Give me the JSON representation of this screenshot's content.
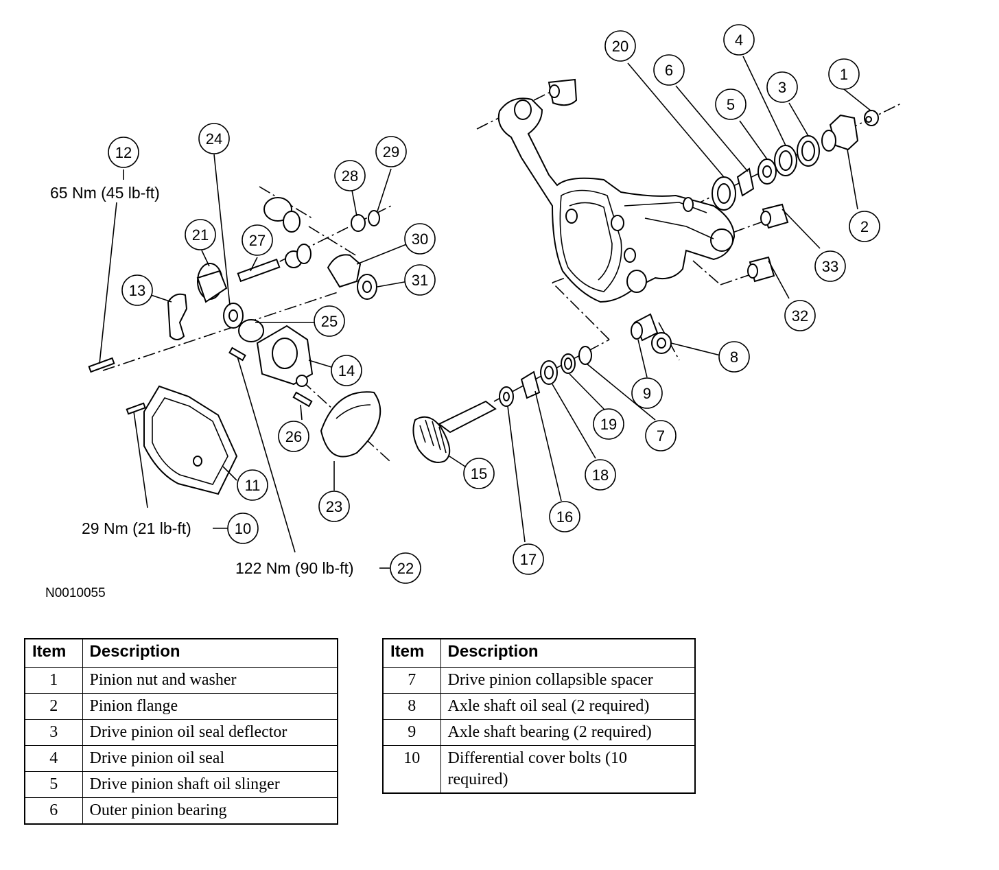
{
  "diagram": {
    "torque_labels": {
      "t12": "65 Nm (45 lb-ft)",
      "t10": "29 Nm (21 lb-ft)",
      "t22": "122 Nm (90 lb-ft)"
    },
    "figure_id": "N0010055",
    "callouts": [
      "1",
      "2",
      "3",
      "4",
      "5",
      "6",
      "7",
      "8",
      "9",
      "10",
      "11",
      "12",
      "13",
      "14",
      "15",
      "16",
      "17",
      "18",
      "19",
      "20",
      "21",
      "22",
      "23",
      "24",
      "25",
      "26",
      "27",
      "28",
      "29",
      "30",
      "31",
      "32",
      "33"
    ]
  },
  "tables": [
    {
      "headers": [
        "Item",
        "Description"
      ],
      "rows": [
        {
          "item": "1",
          "description": "Pinion nut and washer"
        },
        {
          "item": "2",
          "description": "Pinion flange"
        },
        {
          "item": "3",
          "description": "Drive pinion oil seal deflector"
        },
        {
          "item": "4",
          "description": "Drive pinion oil seal"
        },
        {
          "item": "5",
          "description": "Drive pinion shaft oil slinger"
        },
        {
          "item": "6",
          "description": "Outer pinion bearing"
        }
      ]
    },
    {
      "headers": [
        "Item",
        "Description"
      ],
      "rows": [
        {
          "item": "7",
          "description": "Drive pinion collapsible spacer"
        },
        {
          "item": "8",
          "description": "Axle shaft oil seal (2 required)"
        },
        {
          "item": "9",
          "description": "Axle shaft bearing (2 required)"
        },
        {
          "item": "10",
          "description": "Differential cover bolts (10 required)"
        }
      ]
    }
  ]
}
